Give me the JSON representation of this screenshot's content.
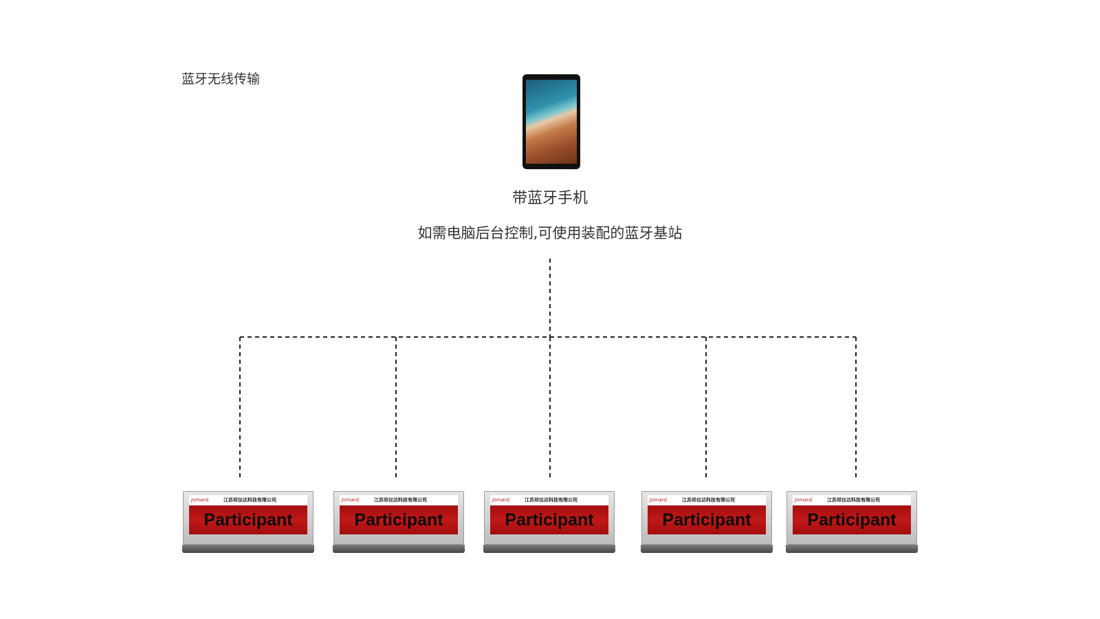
{
  "section": {
    "label": "蓝牙无线传输"
  },
  "device": {
    "label": "带蓝牙手机",
    "note": "如需电脑后台控制,可使用装配的蓝牙基站",
    "icon": "tablet-icon"
  },
  "badges": [
    {
      "logo": "Jomard.",
      "company": "江苏祁仪达科技有限公司",
      "display_text": "Participant"
    },
    {
      "logo": "Jomard.",
      "company": "江苏祁仪达科技有限公司",
      "display_text": "Participant"
    },
    {
      "logo": "Jomard.",
      "company": "江苏祁仪达科技有限公司",
      "display_text": "Participant"
    },
    {
      "logo": "Jomard.",
      "company": "江苏祁仪达科技有限公司",
      "display_text": "Participant"
    },
    {
      "logo": "Jomard.",
      "company": "江苏祁仪达科技有限公司",
      "display_text": "Participant"
    }
  ],
  "colors": {
    "connector": "#222222",
    "badge_panel": "#b51414",
    "badge_logo": "#b41b1b"
  }
}
